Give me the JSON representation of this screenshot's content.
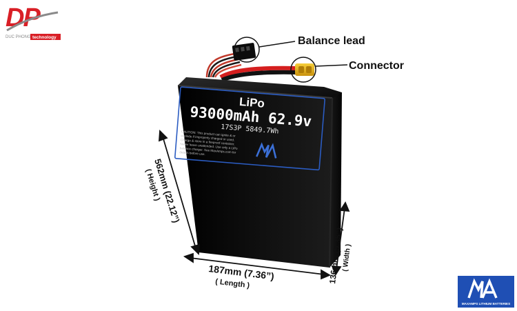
{
  "brand_logo": {
    "letters": "DP",
    "subtitle": "DUC PHONG",
    "badge": "technology",
    "colors": {
      "red": "#d91f26",
      "grey": "#8a8a8a"
    }
  },
  "callouts": {
    "balance_lead": "Balance lead",
    "connector": "Connector"
  },
  "battery": {
    "label_title": "LiPo",
    "capacity_voltage": "93000mAh 62.9v",
    "config_energy": "17S3P 5849.7Wh",
    "caution_lines": [
      "CAUTION: This product can ignite & or",
      "explode if improperly charged or used.",
      "Charge & store in a fireproof container.",
      "Never leave unattended. Use only a LiPo",
      "balance charger. See MaxAmps.com for",
      "details before use."
    ],
    "colors": {
      "body": "#0b0b0b",
      "label_border": "#2b5cc2",
      "connector": "#e8b317"
    }
  },
  "dimensions": {
    "height_value": "562mm (22.12”)",
    "height_caption": "( Height )",
    "length_value": "187mm (7.36”)",
    "length_caption": "( Length )",
    "width_value": "136mm (5.35”)",
    "width_caption": "( Width )"
  },
  "maxamps_logo": {
    "text": "MAXAMPS LITHIUM BATTERIES",
    "color": "#1f4fb4"
  }
}
